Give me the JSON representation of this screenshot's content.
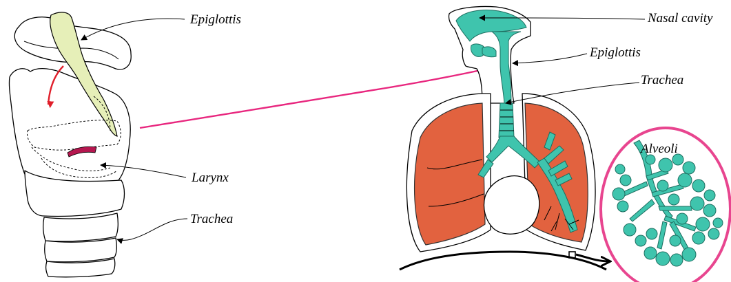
{
  "larynx_panel": {
    "labels": {
      "epiglottis": "Epiglottis",
      "larynx": "Larynx",
      "trachea": "Trachea"
    }
  },
  "respiratory_panel": {
    "labels": {
      "nasal_cavity": "Nasal cavity",
      "epiglottis": "Epiglottis",
      "trachea": "Trachea",
      "alveoli": "Alveoli"
    }
  },
  "colors": {
    "airway": "#3fc4ad",
    "lung": "#e2623f",
    "epiglottis_fill": "#e6efb8",
    "vocal_fold": "#b5174f",
    "connector_arrow": "#e8267e",
    "swing_arrow": "#e01e2a",
    "alveoli_circle": "#e8458f"
  }
}
